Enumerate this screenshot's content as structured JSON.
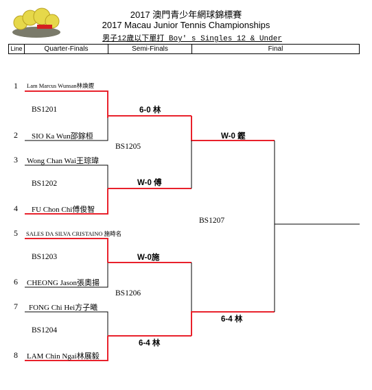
{
  "header": {
    "title_zh": "2017 澳門青少年網球錦標賽",
    "title_en": "2017 Macau Junior Tennis Championships",
    "event": "男子12歲以下單打 Boy' s Singles 12 & Under"
  },
  "columns": {
    "line": "Line",
    "quarter_finals": "Quarter-Finals",
    "semi_finals": "Semi-Finals",
    "final": "Final"
  },
  "players": [
    {
      "seed": "1",
      "name": "Lam Marcus Wunsan林煥鏗"
    },
    {
      "seed": "2",
      "name": "SIO Ka Wun邵鎵桓"
    },
    {
      "seed": "3",
      "name": "Wong Chan Wai王琮瑋"
    },
    {
      "seed": "4",
      "name": "FU Chon Chi傅俊智"
    },
    {
      "seed": "5",
      "name": "SALES DA SILVA CRISTAINO 施時名"
    },
    {
      "seed": "6",
      "name": "CHEONG Jason張奧揚"
    },
    {
      "seed": "7",
      "name": "FONG Chi Hei方子曦"
    },
    {
      "seed": "8",
      "name": "LAM Chin Ngai林展毅"
    }
  ],
  "matches": {
    "qf": [
      "BS1201",
      "BS1202",
      "BS1203",
      "BS1204"
    ],
    "sf": [
      "BS1205",
      "BS1206"
    ],
    "final": "BS1207"
  },
  "scores": {
    "qf": [
      "6-0 林",
      "W-0 傅",
      "W-0施",
      "6-4 林"
    ],
    "sf": [
      "W-0 鏗",
      "6-4 林"
    ]
  },
  "colors": {
    "winner_line": "#e8202a",
    "line": "#000000",
    "logo_ball": "#e6d84a",
    "logo_ball_edge": "#b8a020",
    "logo_base": "#7a7a6a",
    "logo_red": "#d42020"
  }
}
